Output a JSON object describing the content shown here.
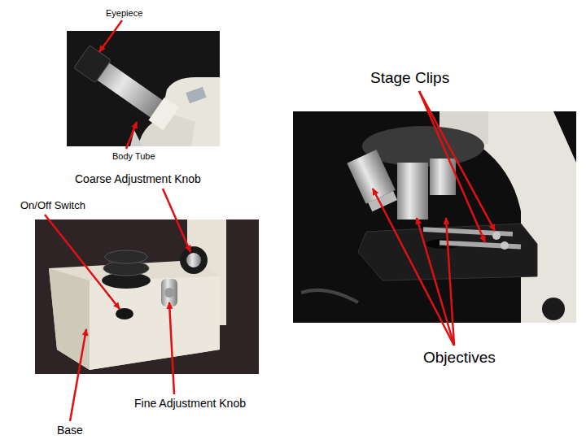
{
  "diagram": {
    "labels": [
      "Eyepiece",
      "Body Tube",
      "Coarse Adjustment Knob",
      "On/Off Switch",
      "Fine Adjustment Knob",
      "Base",
      "Stage Clips",
      "Objectives"
    ]
  }
}
